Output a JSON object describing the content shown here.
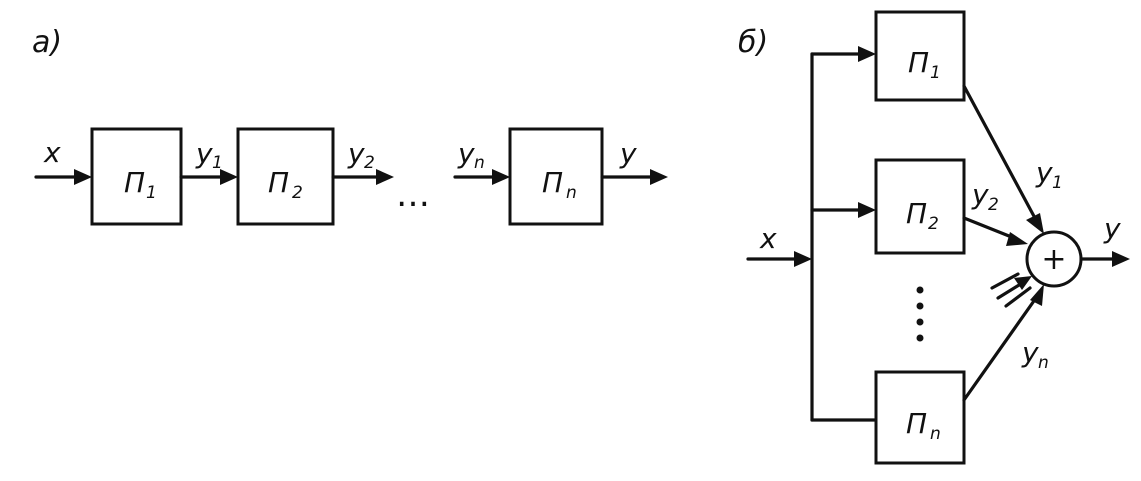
{
  "panel_a": {
    "label": "а)",
    "input": "x",
    "output": "y",
    "ellipsis": "…",
    "blocks": [
      {
        "name": "П",
        "sub": "1"
      },
      {
        "name": "П",
        "sub": "2"
      },
      {
        "name": "П",
        "sub": "n"
      }
    ],
    "signals": [
      {
        "name": "y",
        "sub": "1"
      },
      {
        "name": "y",
        "sub": "2"
      },
      {
        "name": "y",
        "sub": "n"
      }
    ]
  },
  "panel_b": {
    "label": "б)",
    "input": "x",
    "output": "y",
    "summer": "+",
    "blocks": [
      {
        "name": "П",
        "sub": "1"
      },
      {
        "name": "П",
        "sub": "2"
      },
      {
        "name": "П",
        "sub": "n"
      }
    ],
    "signals": [
      {
        "name": "y",
        "sub": "1"
      },
      {
        "name": "y",
        "sub": "2"
      },
      {
        "name": "y",
        "sub": "n"
      }
    ]
  }
}
